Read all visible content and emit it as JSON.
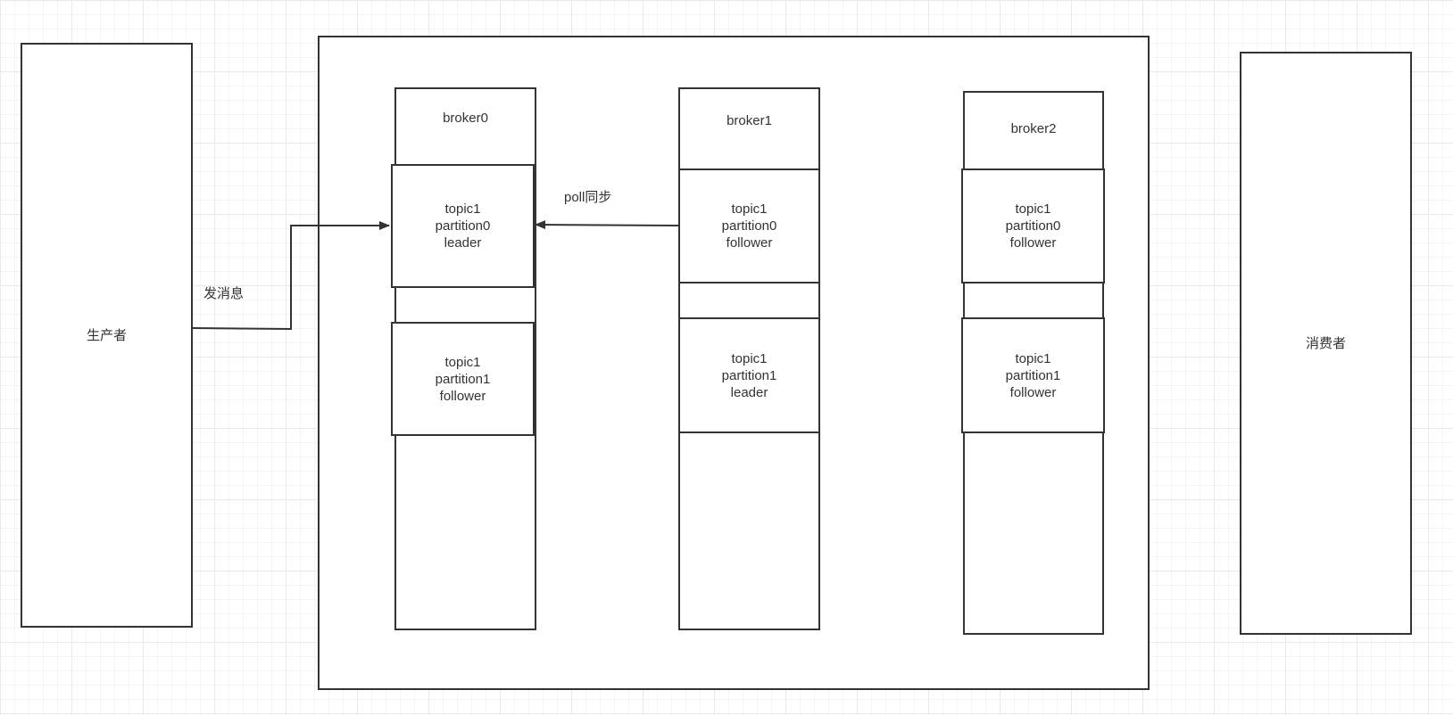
{
  "producer": {
    "label": "生产者"
  },
  "consumer": {
    "label": "消费者"
  },
  "cluster": {
    "brokers": [
      {
        "name": "broker0",
        "partitions": [
          {
            "topic": "topic1",
            "partition": "partition0",
            "role": "leader"
          },
          {
            "topic": "topic1",
            "partition": "partition1",
            "role": "follower"
          }
        ]
      },
      {
        "name": "broker1",
        "partitions": [
          {
            "topic": "topic1",
            "partition": "partition0",
            "role": "follower"
          },
          {
            "topic": "topic1",
            "partition": "partition1",
            "role": "leader"
          }
        ]
      },
      {
        "name": "broker2",
        "partitions": [
          {
            "topic": "topic1",
            "partition": "partition0",
            "role": "follower"
          },
          {
            "topic": "topic1",
            "partition": "partition1",
            "role": "follower"
          }
        ]
      }
    ]
  },
  "edges": {
    "send": {
      "label": "发消息"
    },
    "sync": {
      "label": "poll同步"
    }
  },
  "colors": {
    "stroke": "#333333",
    "text": "#333333",
    "grid": "#e9e9e9"
  }
}
